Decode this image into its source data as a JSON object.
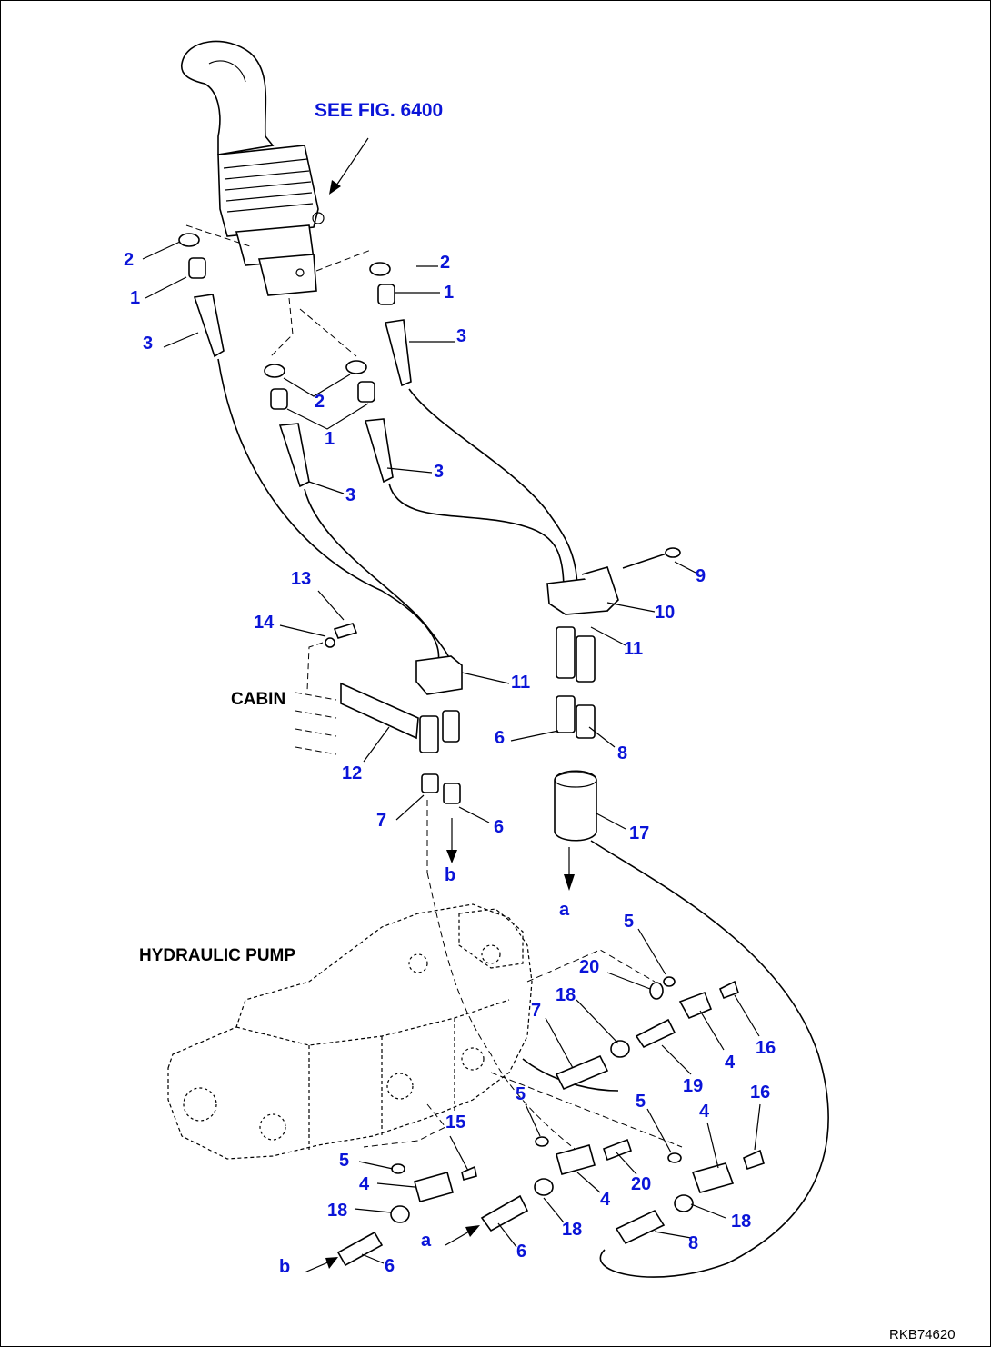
{
  "reference": {
    "see_fig": "SEE FIG. 6400"
  },
  "labels": {
    "cabin": "CABIN",
    "hydraulic_pump": "HYDRAULIC PUMP",
    "drawing_code": "RKB74620"
  },
  "part_numbers": {
    "p1": "1",
    "p2": "2",
    "p3": "3",
    "p4": "4",
    "p5": "5",
    "p6": "6",
    "p7": "7",
    "p8": "8",
    "p9": "9",
    "p10": "10",
    "p11": "11",
    "p12": "12",
    "p13": "13",
    "p14": "14",
    "p15": "15",
    "p16": "16",
    "p17": "17",
    "p18": "18",
    "p19": "19",
    "p20": "20"
  },
  "connection_refs": {
    "a": "a",
    "b": "b"
  },
  "colors": {
    "callout": "#0a14d8",
    "line": "#000000",
    "background": "#ffffff"
  }
}
